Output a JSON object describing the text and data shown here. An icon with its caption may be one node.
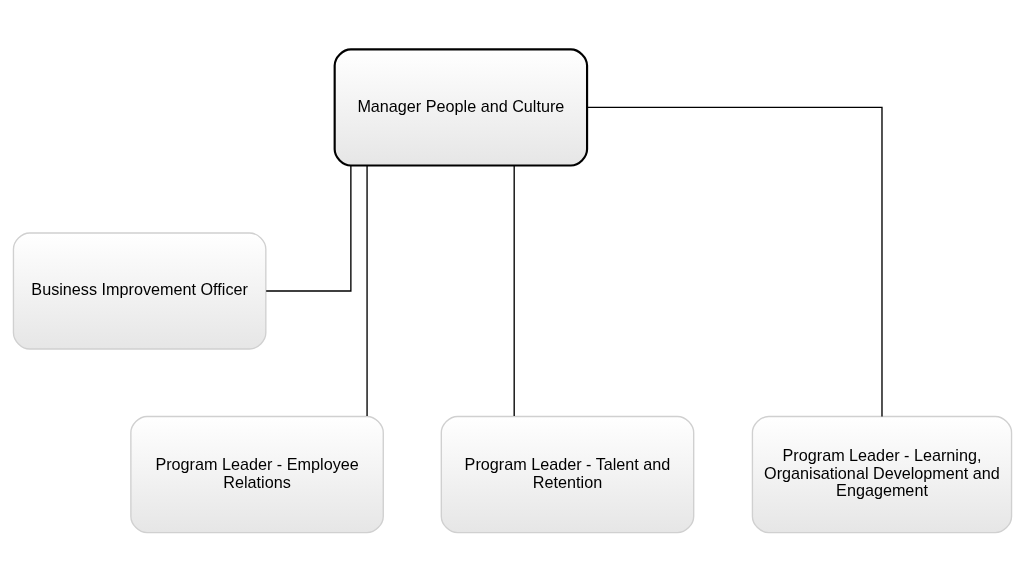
{
  "diagram": {
    "nodes": [
      {
        "text": [
          "Manager People and Culture"
        ]
      },
      {
        "text": [
          "Business Improvement Officer"
        ]
      },
      {
        "text": [
          "Program Leader - Employee Relations"
        ]
      },
      {
        "text": [
          "Program Leader - Talent and Retention"
        ]
      },
      {
        "text": [
          "Program Leader - Learning, Organisational Development and Engagement"
        ]
      }
    ],
    "edges": [
      {
        "from": 0,
        "to": 1,
        "arrow": "none"
      },
      {
        "from": 0,
        "to": 2,
        "arrow": "none"
      },
      {
        "from": 0,
        "to": 3,
        "arrow": "none"
      },
      {
        "from": 0,
        "to": 4,
        "arrow": "none"
      }
    ]
  }
}
